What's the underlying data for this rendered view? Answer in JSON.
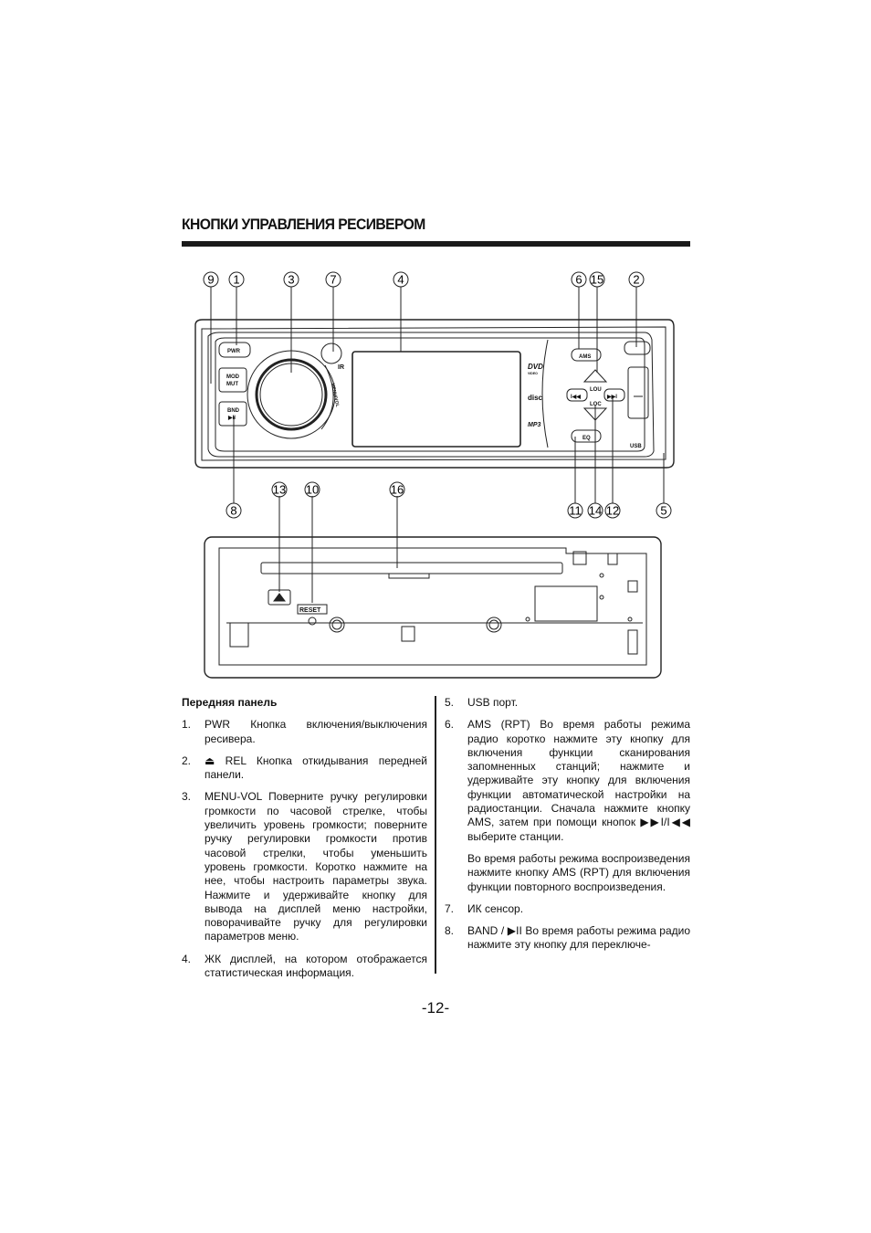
{
  "header": {
    "title": "КНОПКИ УПРАВЛЕНИЯ РЕСИВЕРОМ"
  },
  "diagram": {
    "callouts_top": [
      "9",
      "1",
      "3",
      "7",
      "4",
      "6",
      "15",
      "2"
    ],
    "callouts_bottom": [
      "8",
      "13",
      "10",
      "16",
      "11",
      "14",
      "12",
      "5"
    ],
    "labels": {
      "pwr": "PWR",
      "mod": "MOD",
      "mut": "MUT",
      "bnd": "BND",
      "bnd_play": "▶II",
      "ams": "AMS",
      "eq": "EQ",
      "lou": "LOU",
      "loc": "LOC",
      "dvd": "DVD",
      "video": "VIDEO",
      "disc": "disc",
      "mp3": "MP3",
      "usb": "USB",
      "reset": "RESET",
      "menu_vol": "MENU/VOL",
      "ir": "IR",
      "prev": "I◀◀",
      "next": "▶▶I"
    }
  },
  "section": {
    "heading": "Передняя панель",
    "left_items": [
      {
        "num": "1.",
        "text": "PWR Кнопка включения/выключения ресивера."
      },
      {
        "num": "2.",
        "icon": "⏏",
        "text": " REL Кнопка откидывания передней панели."
      },
      {
        "num": "3.",
        "text": "MENU-VOL Поверните ручку регулировки громкости по часовой стрелке, чтобы увеличить уровень громкости; поверните ручку регулировки громкости против часовой стрелки, чтобы уменьшить уровень громкости. Коротко нажмите на нее, чтобы настроить параметры звука. Нажмите и удерживайте кнопку для вывода на дисплей меню настройки, поворачивайте ручку для регулировки параметров меню."
      },
      {
        "num": "4.",
        "text": "ЖК дисплей, на котором отображается статистическая информация."
      }
    ],
    "right_items": [
      {
        "num": "5.",
        "text": "USB порт."
      },
      {
        "num": "6.",
        "text": "AMS (RPT) Во время работы режима радио коротко нажмите эту кнопку для включения функции сканирования запомненных станций; нажмите и удерживайте эту кнопку для включения функции автоматической настройки на радиостанции. Сначала нажмите кнопку AMS, затем при помощи кнопок ▶▶I/I◀◀ выберите станции."
      },
      {
        "num": "",
        "text": "Во время работы режима воспроизведения нажмите кнопку AMS (RPT) для включения функции повторного воспроизведения."
      },
      {
        "num": "7.",
        "text": "ИК сенсор."
      },
      {
        "num": "8.",
        "text": "BAND / ▶II Во время работы режима радио нажмите эту кнопку для переключе-"
      }
    ]
  },
  "footer": {
    "page_number": "-12-"
  }
}
